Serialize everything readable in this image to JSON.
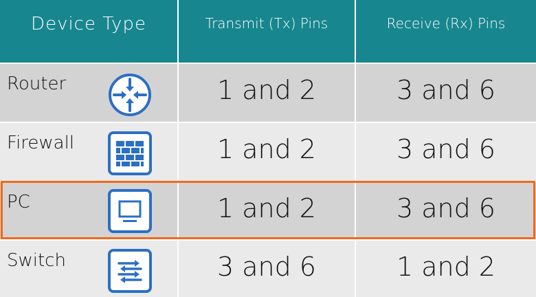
{
  "table": {
    "headers": [
      "Device Type",
      "Transmit (Tx) Pins",
      "Receive (Rx) Pins"
    ],
    "rows": [
      {
        "device": "Router",
        "icon": "router-icon",
        "tx": "1 and 2",
        "rx": "3 and 6"
      },
      {
        "device": "Firewall",
        "icon": "firewall-icon",
        "tx": "1 and 2",
        "rx": "3 and 6"
      },
      {
        "device": "PC",
        "icon": "pc-icon",
        "tx": "1 and 2",
        "rx": "3 and 6",
        "highlighted": true
      },
      {
        "device": "Switch",
        "icon": "switch-icon",
        "tx": "3 and 6",
        "rx": "1 and 2"
      }
    ]
  },
  "colors": {
    "header_bg": "#18868f",
    "row_dark": "#d3d3d3",
    "row_light": "#eaeaea",
    "icon_blue": "#2b6fc4",
    "highlight": "#f06a1c"
  }
}
